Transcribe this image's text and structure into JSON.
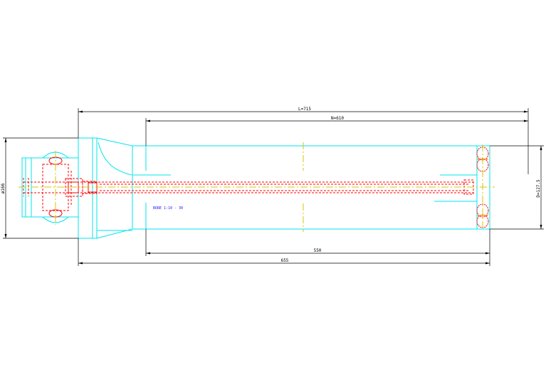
{
  "drawing": {
    "colors": {
      "background": "#ffffff",
      "outline": "#00e5ee",
      "hidden": "#ff0000",
      "centerline": "#d4c800",
      "dimension": "#000000",
      "note": "#1a1aff"
    },
    "dimensions": {
      "overall_length_top": "L=715",
      "inner_length_top": "N=610",
      "inner_length_bottom": "550",
      "overall_length_bottom": "655",
      "left_diameter": "ø166",
      "right_diameter": "D=127.5"
    },
    "note": "BORE 1:10 - 30"
  }
}
